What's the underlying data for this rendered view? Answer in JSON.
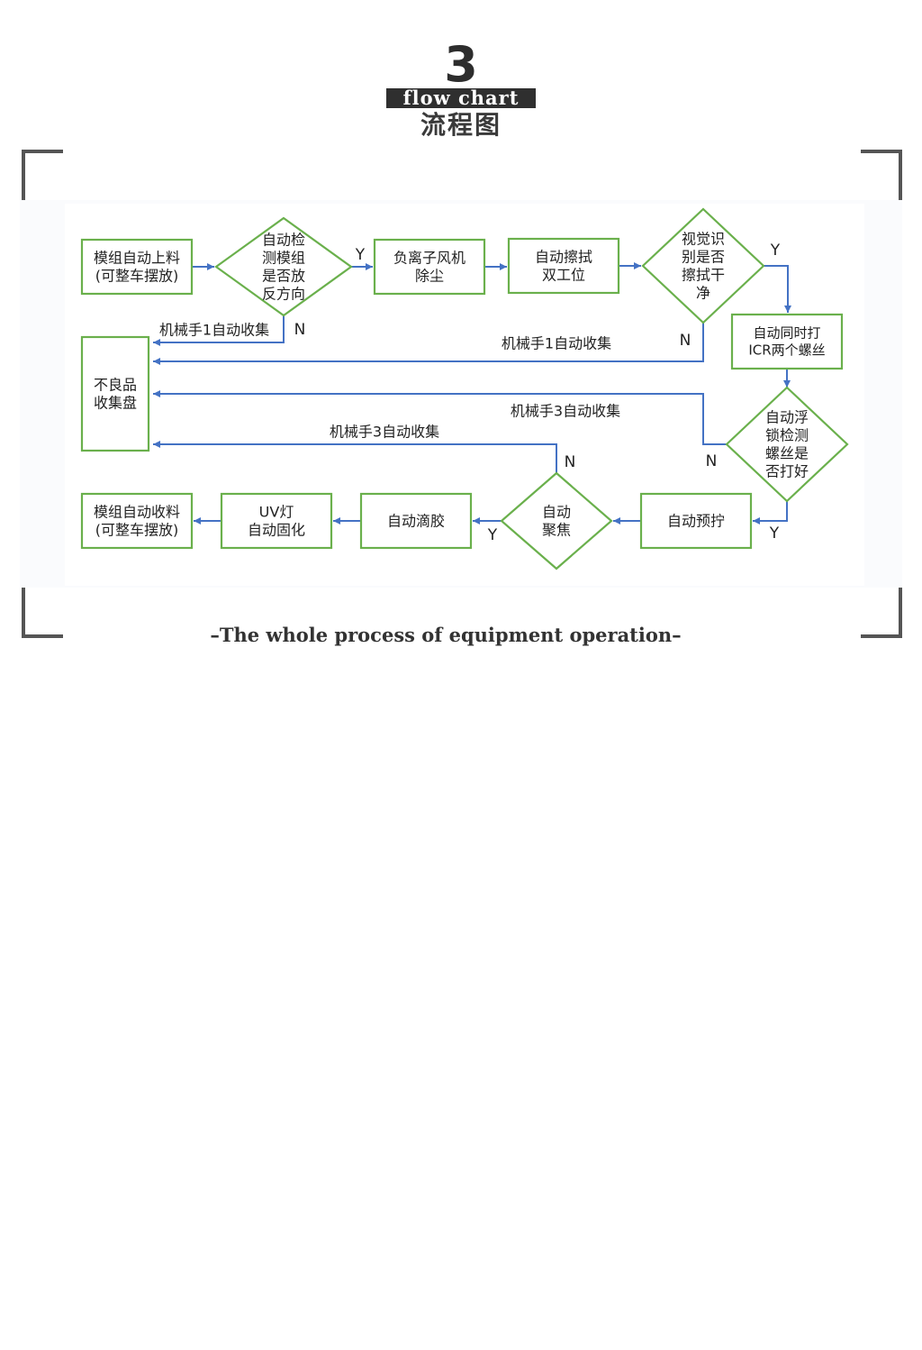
{
  "header": {
    "section_number": "3",
    "flow_chart_label": "flow chart",
    "chinese_title": "流程图"
  },
  "flowchart": {
    "nodes": {
      "load": [
        "模组自动上料",
        "(可整车摆放)"
      ],
      "check_direction": [
        "自动检",
        "测模组",
        "是否放",
        "反方向"
      ],
      "dust": [
        "负离子风机",
        "除尘"
      ],
      "wipe": [
        "自动擦拭",
        "双工位"
      ],
      "vision": [
        "视觉识",
        "别是否",
        "擦拭干",
        "净"
      ],
      "screw": [
        "自动同时打",
        "ICR两个螺丝"
      ],
      "reject": [
        "不良品",
        "收集盘"
      ],
      "float_check": [
        "自动浮",
        "锁检测",
        "螺丝是",
        "否打好"
      ],
      "pretighten": [
        "自动预拧"
      ],
      "focus": [
        "自动",
        "聚焦"
      ],
      "glue": [
        "自动滴胶"
      ],
      "uv": [
        "UV灯",
        "自动固化"
      ],
      "unload": [
        "模组自动收料",
        "(可整车摆放)"
      ]
    },
    "edge_labels": {
      "y1": "Y",
      "n1": "N",
      "y2": "Y",
      "n2": "N",
      "n3": "N",
      "y3": "Y",
      "n4": "N",
      "y4": "Y",
      "robot1_a": "机械手1自动收集",
      "robot1_b": "机械手1自动收集",
      "robot3_a": "机械手3自动收集",
      "robot3_b": "机械手3自动收集"
    },
    "colors": {
      "box_border": "#6ab04c",
      "arrow": "#4472c4",
      "text": "#222222"
    }
  },
  "caption": "–The whole process of equipment operation–"
}
